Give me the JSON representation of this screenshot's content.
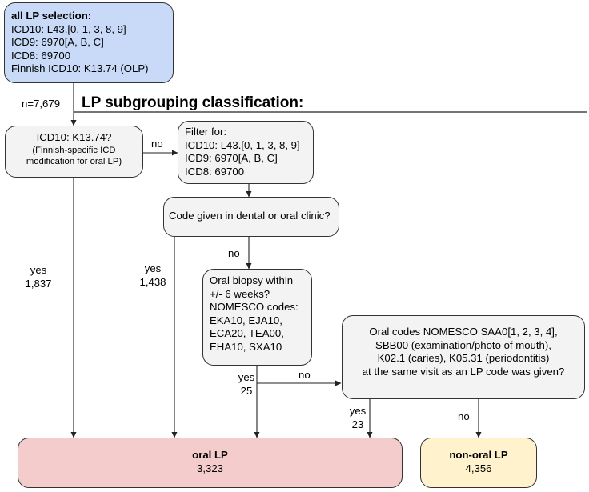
{
  "diagram": {
    "start_box": {
      "title": "all LP selection:",
      "lines": [
        "ICD10: L43.[0, 1, 3, 8, 9]",
        "ICD9: 6970[A, B, C]",
        "ICD8: 69700",
        "Finnish ICD10: K13.74 (OLP)"
      ]
    },
    "n_label": "n=7,679",
    "section_title": "LP subgrouping classification:",
    "q1_box": {
      "line1": "ICD10: K13.74?",
      "line2": "(Finnish-specific ICD",
      "line3": "modification for oral LP)"
    },
    "filter_box": {
      "lines": [
        "Filter for:",
        "ICD10: L43.[0, 1, 3, 8, 9]",
        "ICD9: 6970[A, B, C]",
        "ICD8: 69700"
      ]
    },
    "q2_box": {
      "text": "Code given in dental or oral clinic?"
    },
    "q3_box": {
      "lines": [
        "Oral biopsy within",
        "+/- 6 weeks?",
        "NOMESCO codes:",
        "EKA10, EJA10,",
        "ECA20, TEA00,",
        "EHA10, SXA10"
      ]
    },
    "q4_box": {
      "lines": [
        "Oral codes NOMESCO SAA0[1, 2, 3, 4],",
        "SBB00 (examination/photo of mouth),",
        "K02.1 (caries), K05.31 (periodontitis)",
        "at the same visit as an LP code was given?"
      ]
    },
    "oral_box": {
      "title": "oral LP",
      "count": "3,323"
    },
    "nonoral_box": {
      "title": "non-oral LP",
      "count": "4,356"
    },
    "edge_labels": {
      "q1_no": "no",
      "q1_yes": "yes",
      "q1_yes_count": "1,837",
      "q2_yes": "yes",
      "q2_yes_count": "1,438",
      "q2_no": "no",
      "q3_yes": "yes",
      "q3_yes_count": "25",
      "q3_no": "no",
      "q4_yes": "yes",
      "q4_yes_count": "23",
      "q4_no": "no"
    },
    "colors": {
      "start_fill": "#c9daf8",
      "grey_fill": "#f3f3f3",
      "oral_fill": "#f4cccc",
      "nonoral_fill": "#fff2cc",
      "stroke": "#333333"
    }
  }
}
